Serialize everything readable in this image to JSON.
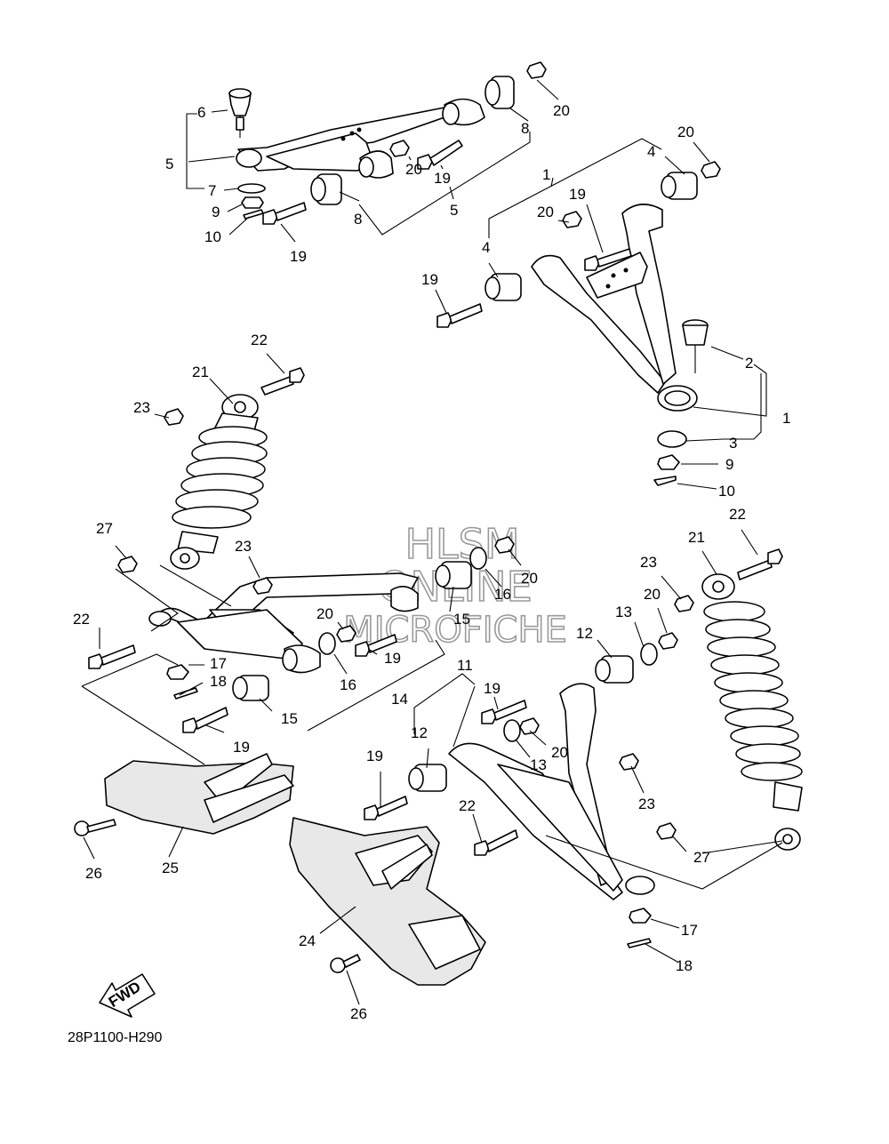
{
  "diagram": {
    "catalog_code": "28P1100-H290",
    "direction_label": "FWD",
    "watermark": [
      "HLSM",
      "ONLINE",
      "MICROFICHE"
    ],
    "callouts": {
      "c1a": "1",
      "c1b": "1",
      "c2": "2",
      "c3": "3",
      "c4a": "4",
      "c4b": "4",
      "c5a": "5",
      "c5b": "5",
      "c6": "6",
      "c7": "7",
      "c8a": "8",
      "c8b": "8",
      "c9a": "9",
      "c9b": "9",
      "c10a": "10",
      "c10b": "10",
      "c11": "11",
      "c12a": "12",
      "c12b": "12",
      "c13a": "13",
      "c13b": "13",
      "c14": "14",
      "c15a": "15",
      "c15b": "15",
      "c16a": "16",
      "c16b": "16",
      "c17a": "17",
      "c17b": "17",
      "c18a": "18",
      "c18b": "18",
      "c19a": "19",
      "c19b": "19",
      "c19c": "19",
      "c19d": "19",
      "c19e": "19",
      "c19f": "19",
      "c19g": "19",
      "c20a": "20",
      "c20b": "20",
      "c20c": "20",
      "c20d": "20",
      "c20e": "20",
      "c20f": "20",
      "c20g": "20",
      "c21a": "21",
      "c21b": "21",
      "c22a": "22",
      "c22b": "22",
      "c22c": "22",
      "c22d": "22",
      "c23a": "23",
      "c23b": "23",
      "c23c": "23",
      "c23d": "23",
      "c24": "24",
      "c25": "25",
      "c26a": "26",
      "c26b": "26",
      "c27a": "27",
      "c27b": "27"
    }
  }
}
